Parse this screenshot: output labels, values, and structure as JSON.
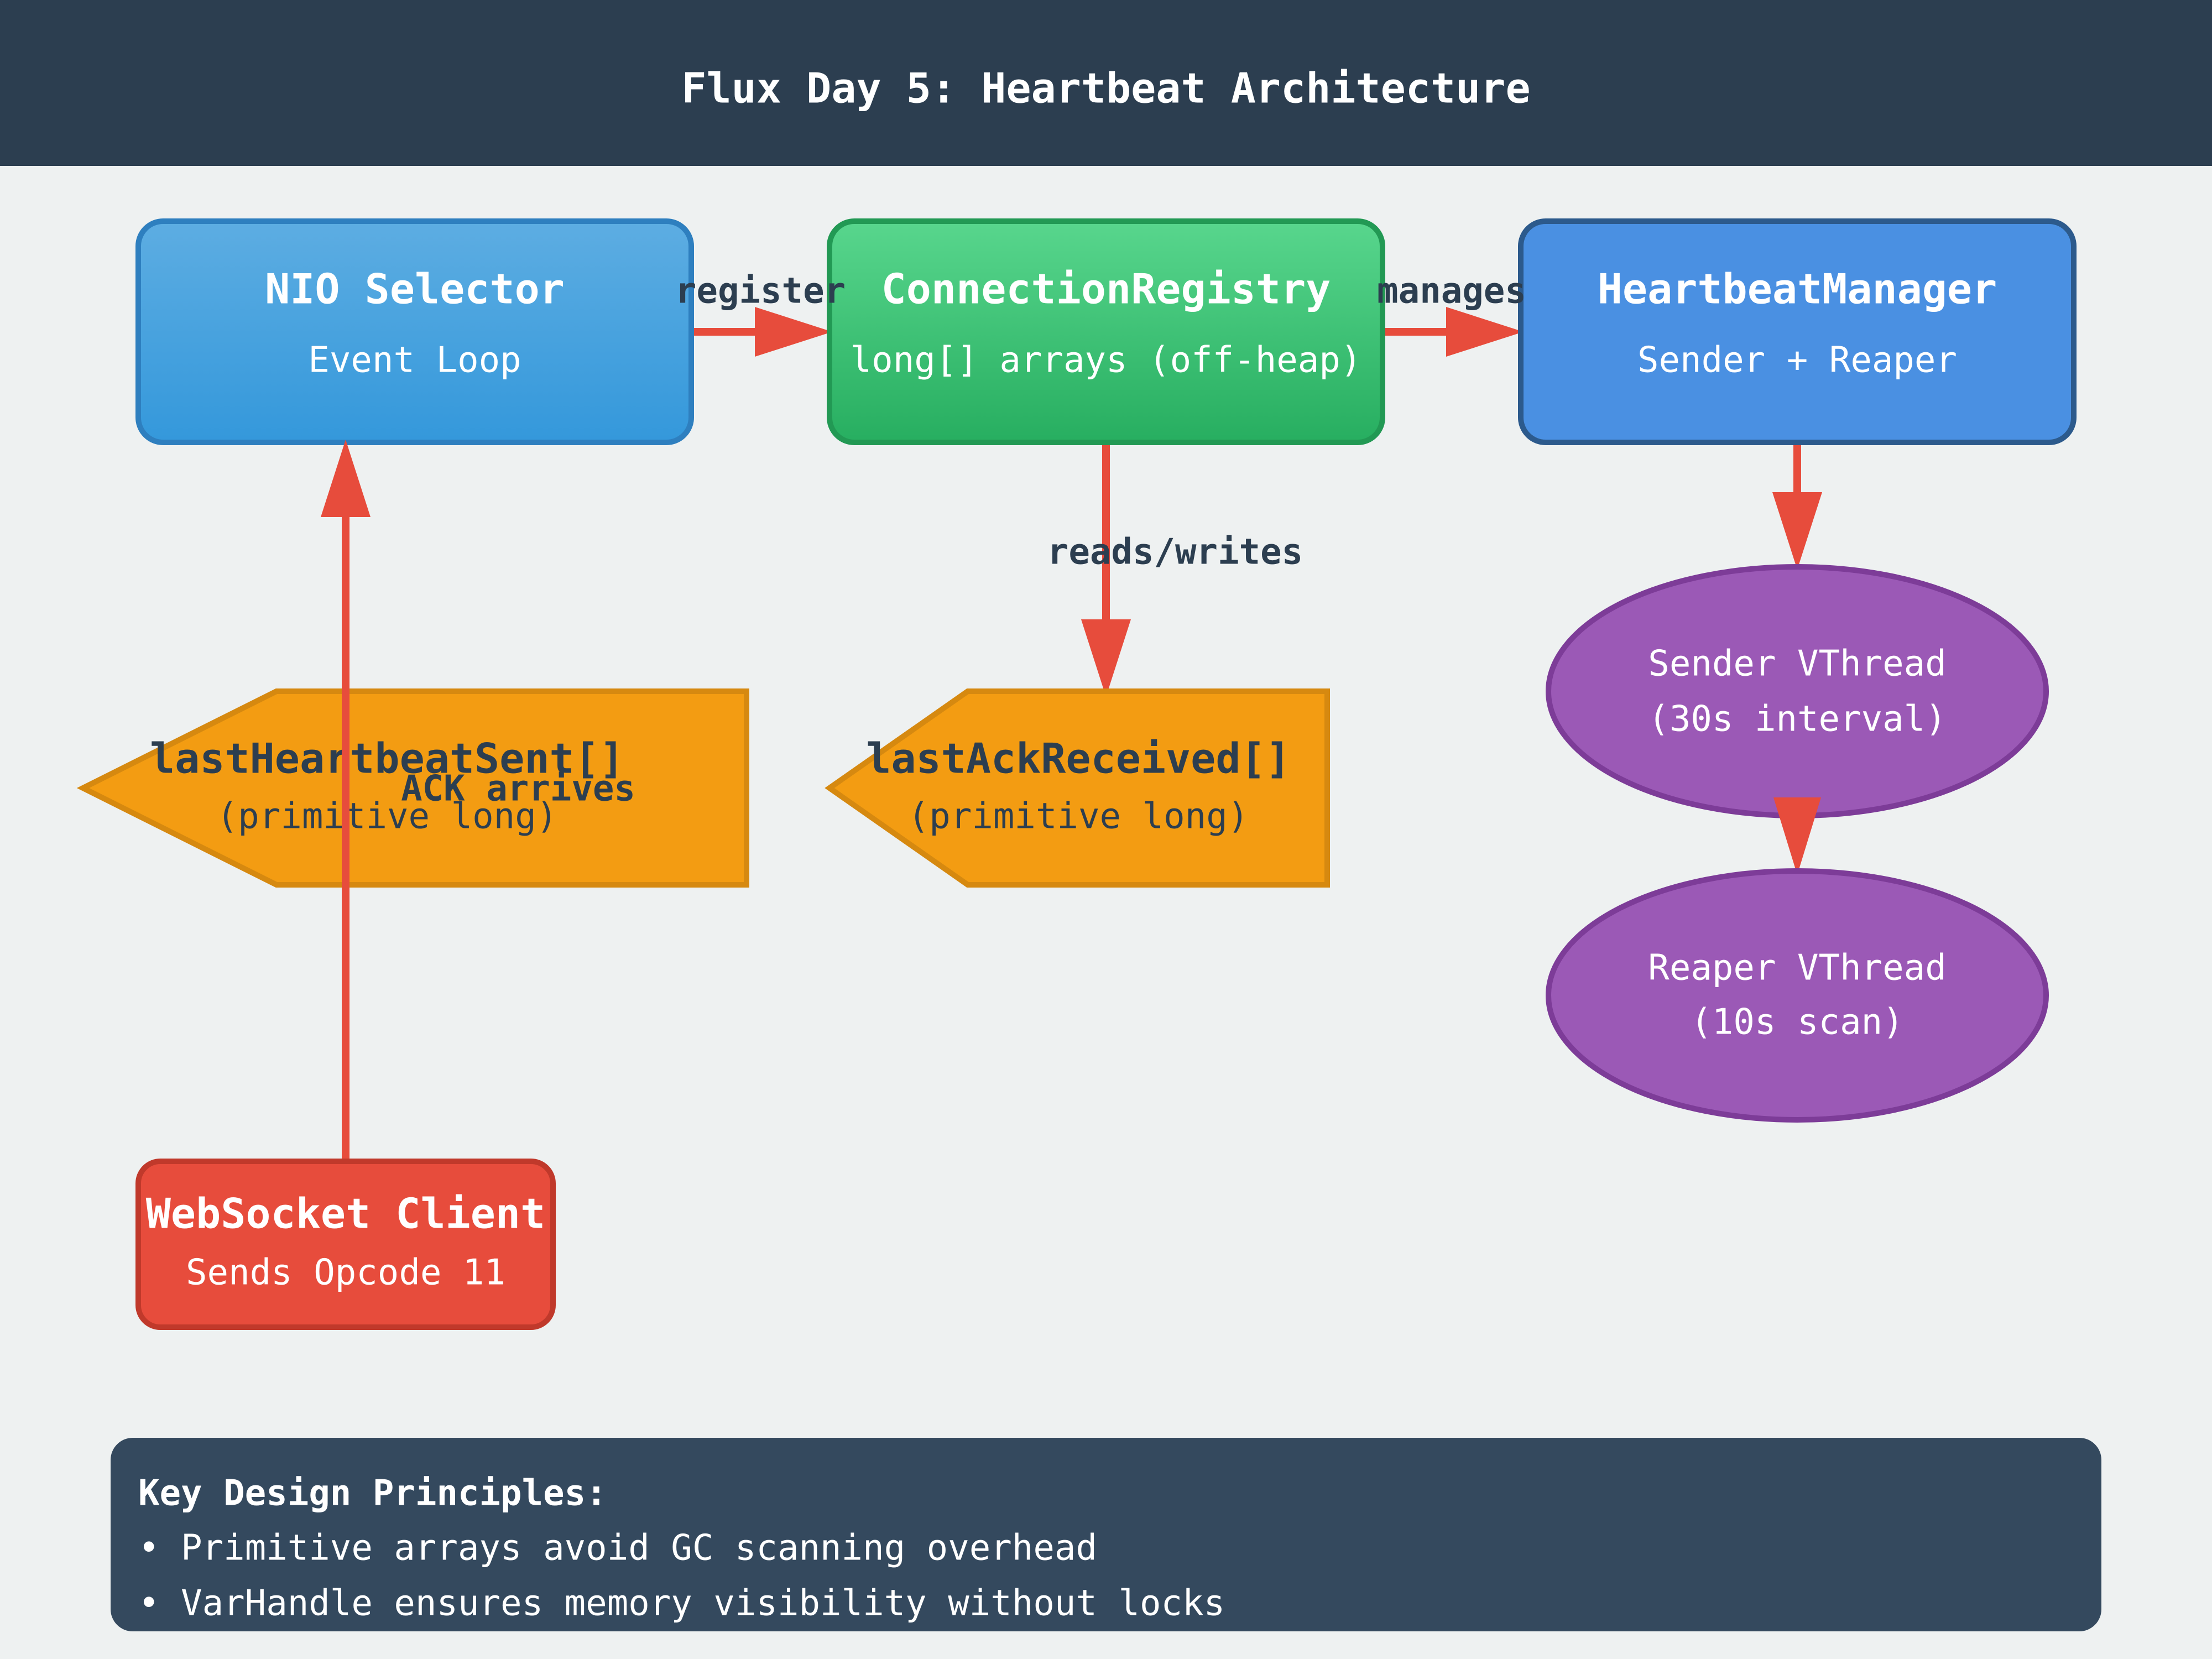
{
  "header": {
    "title": "Flux Day 5: Heartbeat Architecture"
  },
  "nodes": {
    "nio_selector": {
      "title": "NIO Selector",
      "subtitle": "Event Loop"
    },
    "connection_registry": {
      "title": "ConnectionRegistry",
      "subtitle": "long[] arrays (off-heap)"
    },
    "heartbeat_manager": {
      "title": "HeartbeatManager",
      "subtitle": "Sender + Reaper"
    },
    "last_heartbeat_sent": {
      "title": "lastHeartbeatSent[]",
      "subtitle": "(primitive long)"
    },
    "last_ack_received": {
      "title": "lastAckReceived[]",
      "subtitle": "(primitive long)"
    },
    "sender_vthread": {
      "line1": "Sender VThread",
      "line2": "(30s interval)"
    },
    "reaper_vthread": {
      "line1": "Reaper VThread",
      "line2": "(10s scan)"
    },
    "websocket_client": {
      "title": "WebSocket Client",
      "subtitle": "Sends Opcode 11"
    }
  },
  "edges": {
    "register": "register",
    "manages": "manages",
    "reads_writes": "reads/writes",
    "ack_arrives": "ACK arrives"
  },
  "principles": {
    "title": "Key Design Principles:",
    "items": [
      "• Primitive arrays avoid GC scanning overhead",
      "• VarHandle ensures memory visibility without locks"
    ]
  },
  "colors": {
    "header_bg": "#2c3e50",
    "canvas_bg": "#eef1f1",
    "arrow": "#e74c3c",
    "nio_selector": "#3498db",
    "connection_registry": "#2ecc71",
    "heartbeat_manager": "#4a90e2",
    "data_array": "#f39c12",
    "vthread": "#9b59b6",
    "websocket_client": "#e74c3c",
    "principles_bg": "#34495e"
  }
}
